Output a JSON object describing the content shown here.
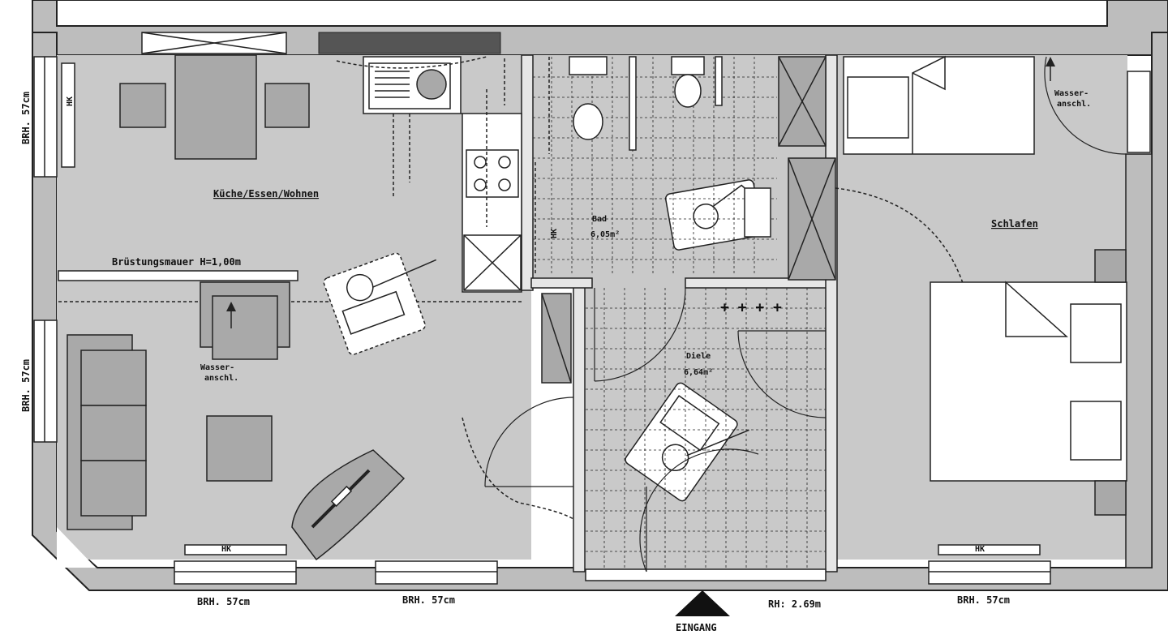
{
  "rooms": {
    "living": "Küche/Essen/Wohnen",
    "bath": "Bad",
    "bath_area": "6,05m²",
    "hall": "Diele",
    "hall_area": "6,64m²",
    "bedroom": "Schlafen"
  },
  "labels": {
    "parapet": "Brüstungsmauer  H=1,00m",
    "water_living": "Wasser-\nanschl.",
    "water_bedroom": "Wasser-\nanschl.",
    "radiator": "HK",
    "entrance": "EINGANG",
    "room_height": "RH: 2.69m"
  },
  "dimensions": {
    "sill_left_top": "BRH. 57cm",
    "sill_left_bottom": "BRH. 57cm",
    "sill_bottom_1": "BRH. 57cm",
    "sill_bottom_2": "BRH. 57cm",
    "sill_bottom_right": "BRH. 57cm"
  },
  "colors": {
    "floor": "#c9c9c9",
    "wall": "#bdbdbd",
    "furniture": "#a9a9a9",
    "line": "#222222"
  }
}
